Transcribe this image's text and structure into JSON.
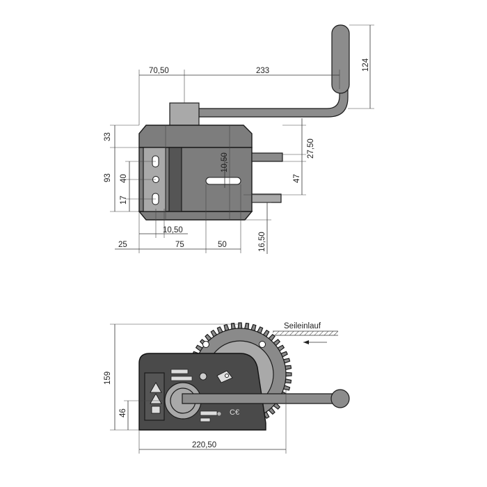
{
  "top_view": {
    "dims": {
      "offset_left": "70,50",
      "handle_length": "233",
      "handle_height": "124",
      "height_top": "33",
      "height_side": "93",
      "height_inner": "40",
      "height_lower": "17",
      "slot_width": "10,50",
      "step_right": "27,50",
      "right_offset": "47",
      "bottom_left": "25",
      "hole_spacing": "10,50",
      "bottom_mid": "75",
      "bottom_right": "50",
      "bottom_side": "16,50"
    }
  },
  "side_view": {
    "cable_label": "Seileinlauf",
    "dims": {
      "total_height": "159",
      "axle_height": "46",
      "total_width": "220,50"
    }
  }
}
